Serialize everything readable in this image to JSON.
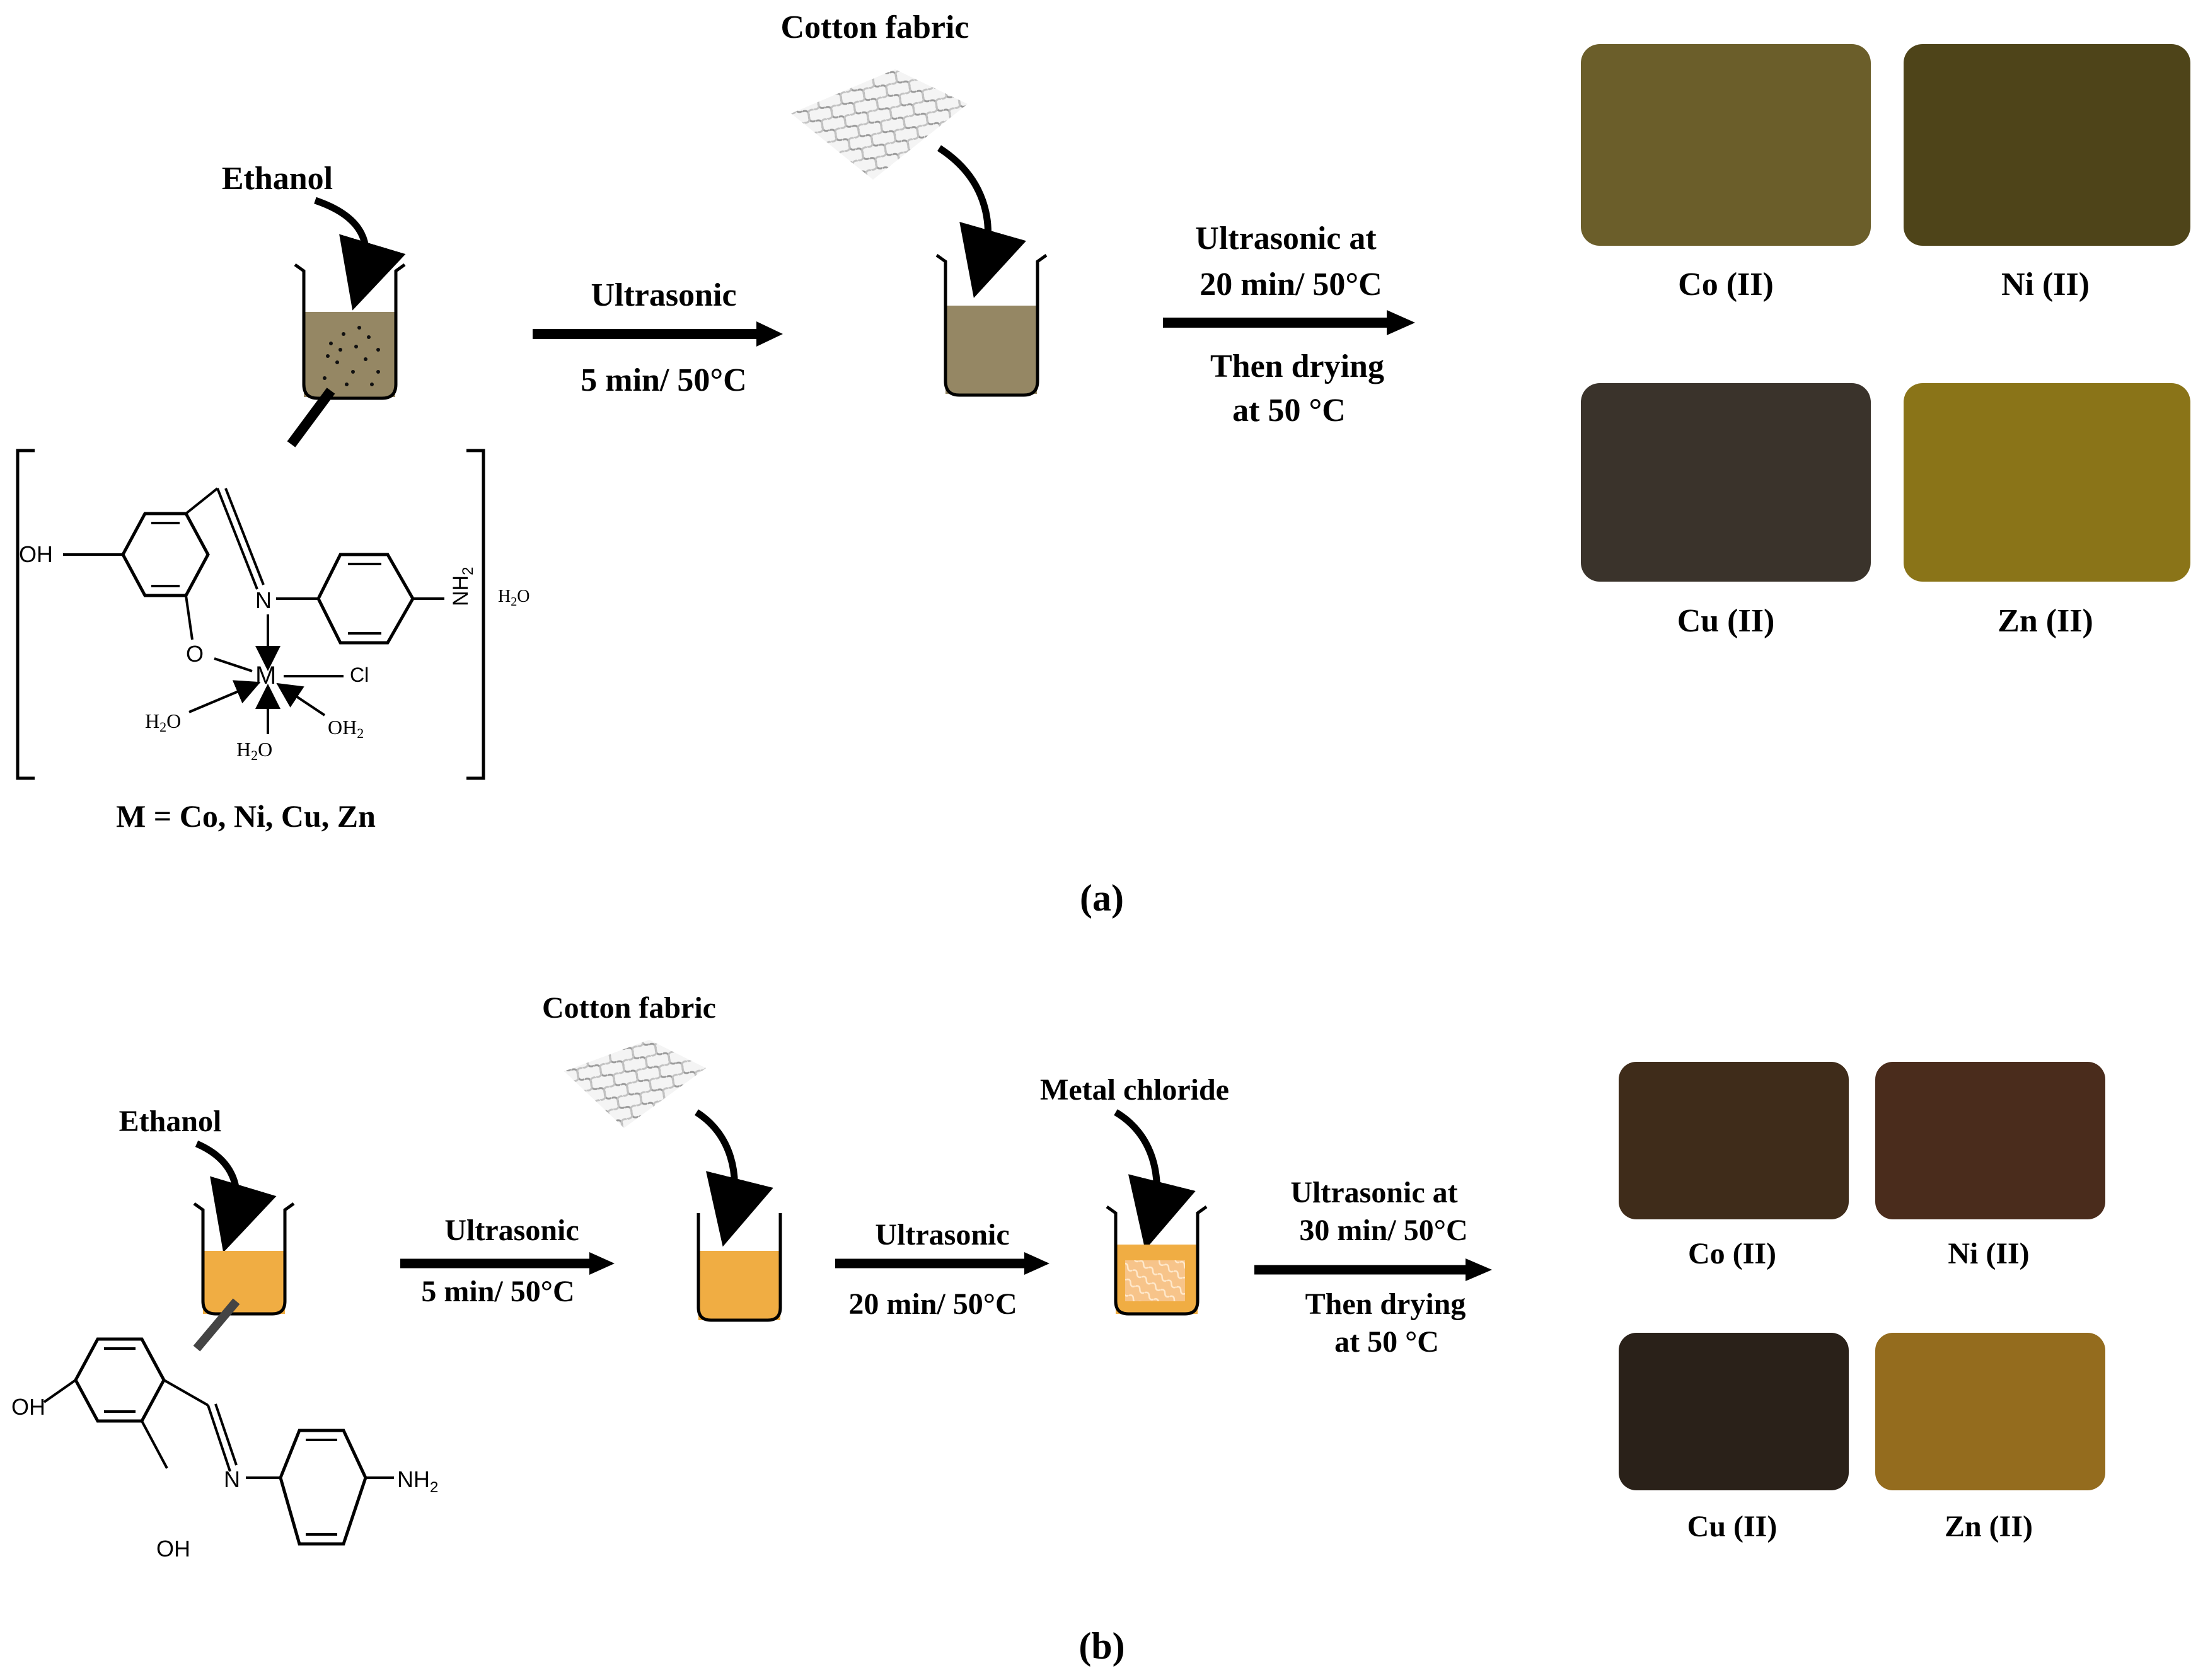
{
  "panel_a": {
    "ethanol_label": "Ethanol",
    "step1_top": "Ultrasonic",
    "step1_bottom": "5 min/  50°C",
    "fabric_label": "Cotton  fabric",
    "step2_line1": "Ultrasonic  at",
    "step2_line2": "20 min/  50°C",
    "step2_line3": "Then drying",
    "step2_line4": "at 50 °C",
    "complex_metal_note": "M = Co, Ni, Cu, Zn",
    "caption": "(a)",
    "samples": [
      {
        "label": "Co (II)",
        "color": "#6b5e2a"
      },
      {
        "label": "Ni (II)",
        "color": "#4e4419"
      },
      {
        "label": "Cu (II)",
        "color": "#3a332b"
      },
      {
        "label": "Zn  (II)",
        "color": "#8a7418"
      }
    ],
    "beaker_color": "#958764"
  },
  "panel_b": {
    "ethanol_label": "Ethanol",
    "step1_top": "Ultrasonic",
    "step1_bottom": "5 min/  50°C",
    "fabric_label": "Cotton  fabric",
    "step2_top": "Ultrasonic",
    "step2_bottom": "20 min/  50°C",
    "metal_label": "Metal chloride",
    "step3_line1": "Ultrasonic  at",
    "step3_line2": "30 min/  50°C",
    "step3_line3": "Then drying",
    "step3_line4": "at 50 °C",
    "caption": "(b)",
    "samples": [
      {
        "label": "Co (II)",
        "color": "#3f2c1a"
      },
      {
        "label": "Ni (II)",
        "color": "#4a2c1c"
      },
      {
        "label": "Cu (II)",
        "color": "#2a2119"
      },
      {
        "label": "Zn  (II)",
        "color": "#946c1e"
      }
    ],
    "beaker_color": "#f0ad43"
  },
  "chem": {
    "oh": "OH",
    "n": "N",
    "o": "O",
    "m": "M",
    "cl": "Cl",
    "h2o_label": "H",
    "h2o_sub": "2",
    "h2o_tail": "O",
    "oh2_head": "OH",
    "oh2_sub": "2",
    "nh2_head": "NH",
    "nh2_sub": "2"
  }
}
